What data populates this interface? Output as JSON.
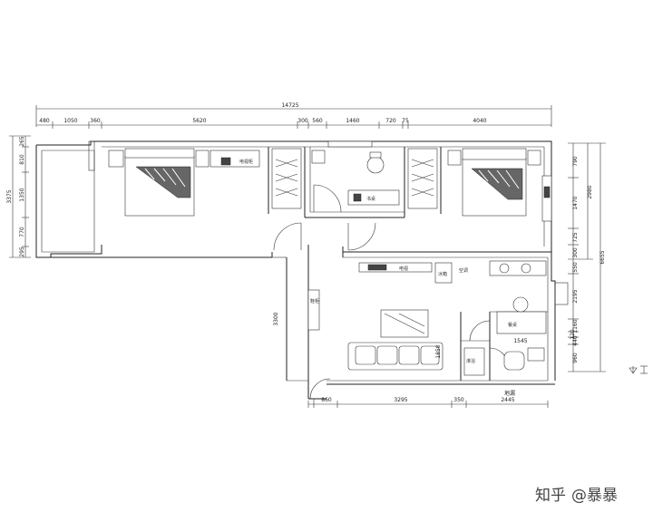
{
  "dims": {
    "total_width": "14725",
    "top_segments": [
      "480",
      "1050",
      "360",
      "5620",
      "300",
      "560",
      "1460",
      "720",
      "75",
      "4040"
    ],
    "left_segments": [
      "265",
      "810",
      "1350",
      "770",
      "295"
    ],
    "left_total": "3375",
    "right_segments": [
      "790",
      "1470",
      "725",
      "300",
      "550",
      "2195",
      "1160",
      "120",
      "440",
      "960"
    ],
    "right_total_a": "2980",
    "right_total_b": "6655",
    "bottom_segments": [
      "860",
      "3295",
      "350",
      "2445"
    ],
    "mid_vertical": "3300",
    "kitchen_width": "1545",
    "small_dim_a": "1850"
  },
  "labels": {
    "bedroom_tv_cabinet": "电视柜",
    "study_desk": "书桌",
    "entry_cabinet": "鞋柜",
    "tv_wall": "电视",
    "fridge": "冰箱",
    "dining": "餐桌",
    "bath": "淋浴",
    "bottom_tag": "地漏",
    "side_tag": "空调"
  },
  "watermark": {
    "site": "知乎",
    "user": "@暴暴"
  }
}
